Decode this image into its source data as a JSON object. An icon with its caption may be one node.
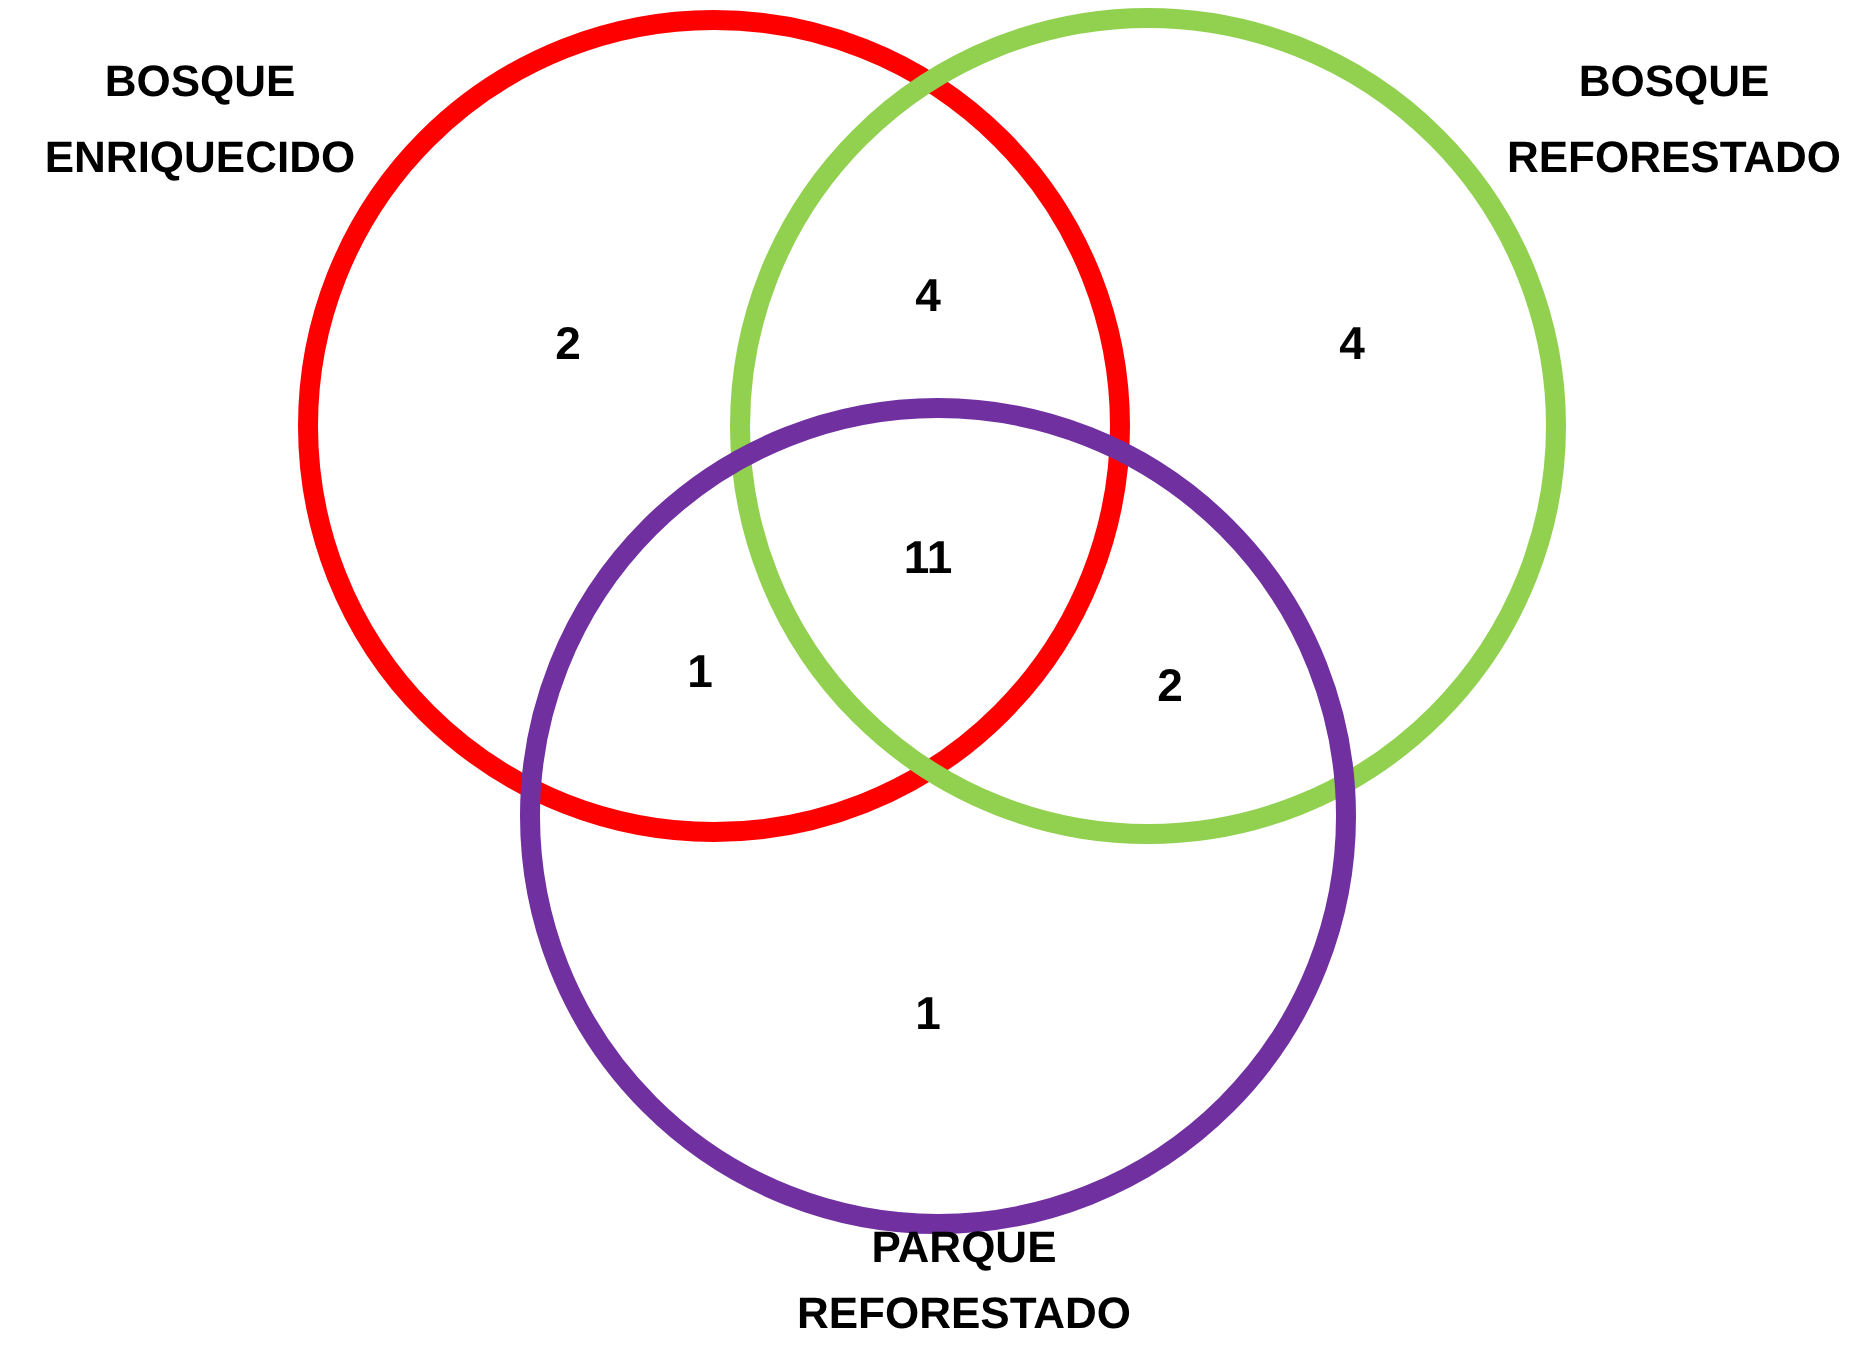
{
  "diagram": {
    "nodes": [
      {
        "text": [
          "BOSQUE ENRIQUECIDO"
        ]
      },
      {
        "text": [
          "BOSQUE REFORESTADO"
        ]
      },
      {
        "text": [
          "PARQUE REFORESTADO"
        ]
      }
    ],
    "labels": [
      "4",
      "2",
      "4",
      "11",
      "1",
      "2",
      "1"
    ]
  }
}
